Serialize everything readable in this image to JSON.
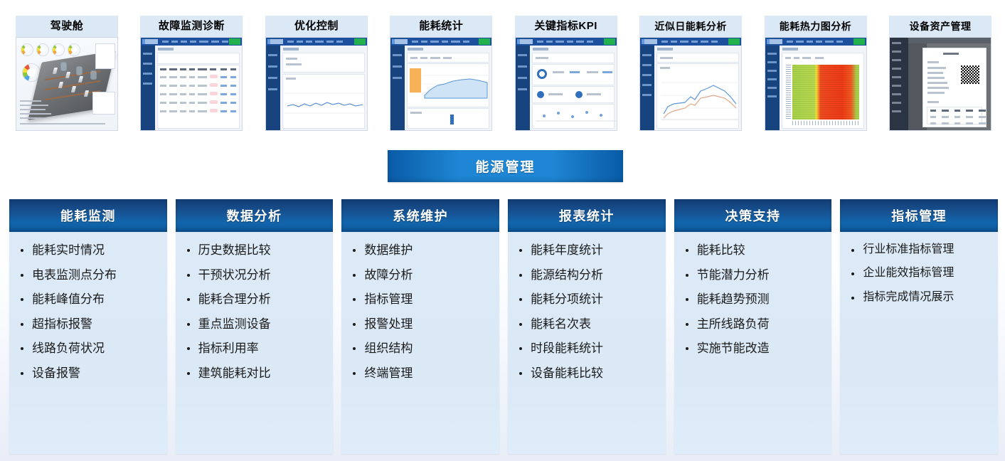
{
  "thumbnails": [
    {
      "title": "驾驶舱",
      "kind": "cockpit-3d"
    },
    {
      "title": "故障监测诊断",
      "kind": "table-dashboard"
    },
    {
      "title": "优化控制",
      "kind": "line-chart-dashboard"
    },
    {
      "title": "能耗统计",
      "kind": "area-chart-dashboard"
    },
    {
      "title": "关键指标KPI",
      "kind": "kpi-dashboard"
    },
    {
      "title": "近似日能耗分析",
      "kind": "line-chart-dashboard"
    },
    {
      "title": "能耗热力图分析",
      "kind": "heatmap-dashboard"
    },
    {
      "title": "设备资产管理",
      "kind": "asset-dashboard"
    }
  ],
  "center_banner": {
    "label": "能源管理"
  },
  "columns": [
    {
      "title": "能耗监测",
      "items": [
        "能耗实时情况",
        "电表监测点分布",
        "能耗峰值分布",
        "超指标报警",
        "线路负荷状况",
        "设备报警"
      ]
    },
    {
      "title": "数据分析",
      "items": [
        "历史数据比较",
        "干预状况分析",
        "能耗合理分析",
        "重点监测设备",
        "指标利用率",
        "建筑能耗对比"
      ]
    },
    {
      "title": "系统维护",
      "items": [
        "数据维护",
        "故障分析",
        "指标管理",
        "报警处理",
        "组织结构",
        "终端管理"
      ]
    },
    {
      "title": "报表统计",
      "items": [
        "能耗年度统计",
        "能源结构分析",
        "能耗分项统计",
        "能耗名次表",
        "时段能耗统计",
        "设备能耗比较"
      ]
    },
    {
      "title": "决策支持",
      "items": [
        "能耗比较",
        "节能潜力分析",
        "能耗趋势预测",
        "主所线路负荷",
        "实施节能改造"
      ]
    },
    {
      "title": "指标管理",
      "items": [
        "行业标准指标管理",
        "企业能效指标管理",
        "指标完成情况展示"
      ]
    }
  ],
  "colors": {
    "header_gradient_start": "#123c73",
    "header_gradient_end": "#0d5596",
    "banner_light": "#1e86d4",
    "banner_dark": "#0a5ba6",
    "panel_bg": "#dbe9f7",
    "thumb_title_bg": "#dbe9f7"
  }
}
